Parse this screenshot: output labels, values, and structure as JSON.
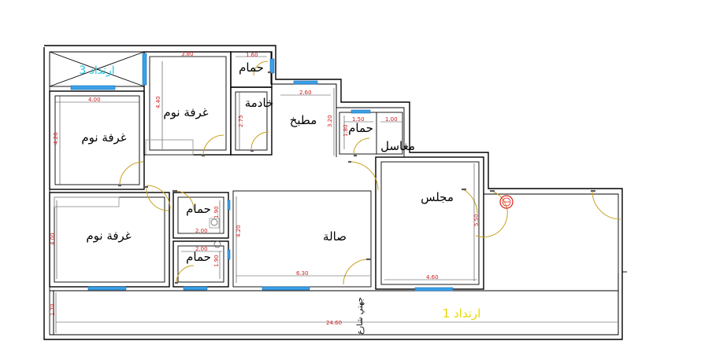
{
  "rooms": {
    "bedroom_top": "غرفة نوم",
    "bedroom_left": "غرفة نوم",
    "bedroom_bottom": "غرفة نوم",
    "bath_top": "حمام",
    "maid": "خادمة",
    "kitchen": "مطبخ",
    "bath_right": "حمام",
    "sinks": "مغاسل",
    "majlis": "مجلس",
    "bath_mid1": "حمام",
    "bath_mid2": "حمام",
    "hall": "صالة"
  },
  "setbacks": {
    "top": "ارتداد 3",
    "bottom": "ارتداد 1",
    "side_label": "جهتي شارع"
  },
  "dimensions": {
    "d_380": "3.80",
    "d_160": "1.60",
    "d_440": "4.40",
    "d_400a": "4.00",
    "d_420a": "4.20",
    "d_275": "2.75",
    "d_260": "2.60",
    "d_320": "3.20",
    "d_150": "1.50",
    "d_100": "1.00",
    "d_180": "1.80",
    "d_190a": "1.90",
    "d_200a": "2.00",
    "d_200b": "2.00",
    "d_190b": "1.90",
    "d_420b": "4.20",
    "d_400b": "4.00",
    "d_630": "6.30",
    "d_460": "4.60",
    "d_550": "5.50",
    "d_170": "1.70",
    "d_2460": "24.60"
  },
  "colors": {
    "window": "#3aa0e8",
    "door_swing": "#c8a020",
    "dimension_text": "#d02020",
    "setback_top": "#27c8e0",
    "setback_bottom": "#e8d800",
    "stamp": "#e02020"
  },
  "icons": {
    "stamp": "circular-stamp"
  }
}
